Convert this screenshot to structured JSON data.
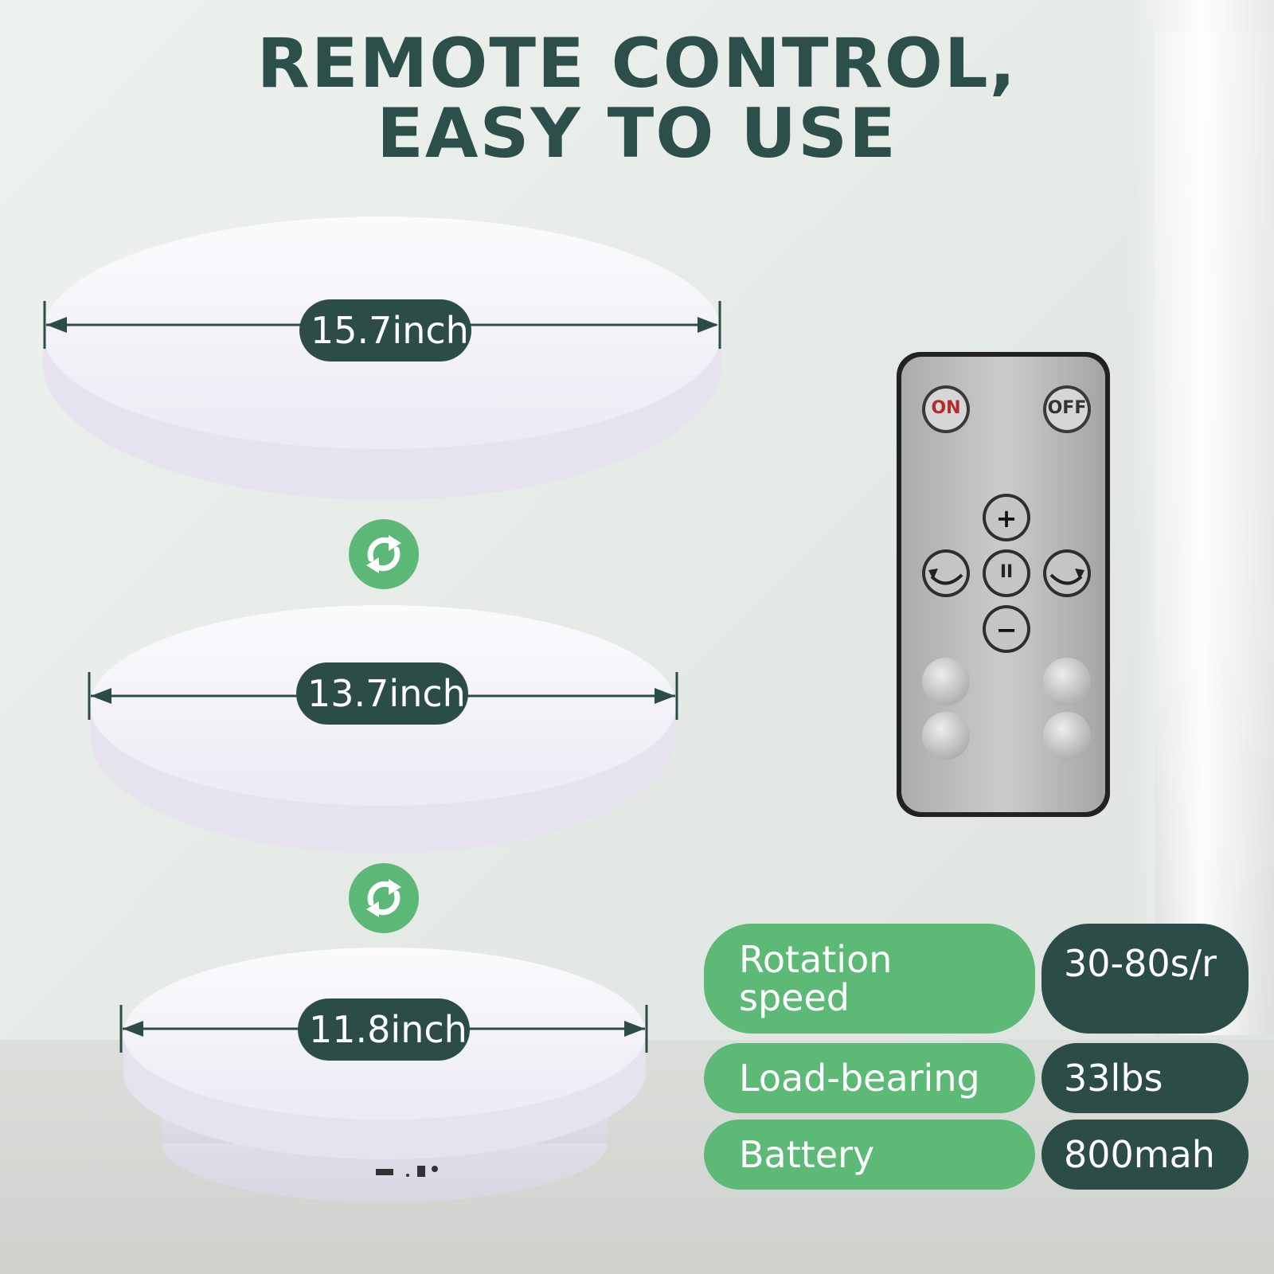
{
  "headline": {
    "line1": "REMOTE CONTROL,",
    "line2": "EASY TO USE"
  },
  "sizes": [
    {
      "label": "15.7inch"
    },
    {
      "label": "13.7inch"
    },
    {
      "label": "11.8inch"
    }
  ],
  "remote": {
    "on_label": "ON",
    "off_label": "OFF",
    "plus_label": "+",
    "minus_label": "−",
    "pause_label": "II"
  },
  "specs": [
    {
      "label_line1": "Rotation",
      "label_line2": "speed",
      "value": "30-80s/r"
    },
    {
      "label_line1": "Load-bearing",
      "label_line2": "",
      "value": "33lbs"
    },
    {
      "label_line1": "Battery",
      "label_line2": "",
      "value": "800mah"
    }
  ],
  "colors": {
    "headline": "#2d4f4a",
    "dark_pill": "#2c4d47",
    "green_pill": "#5cba76",
    "badge": "#5cb877",
    "on_text": "#b52a2a"
  },
  "icons": {
    "rotate": "rotate-arrows-icon",
    "counter_clockwise": "counter-clockwise-arrow-icon",
    "clockwise": "clockwise-arrow-icon"
  }
}
